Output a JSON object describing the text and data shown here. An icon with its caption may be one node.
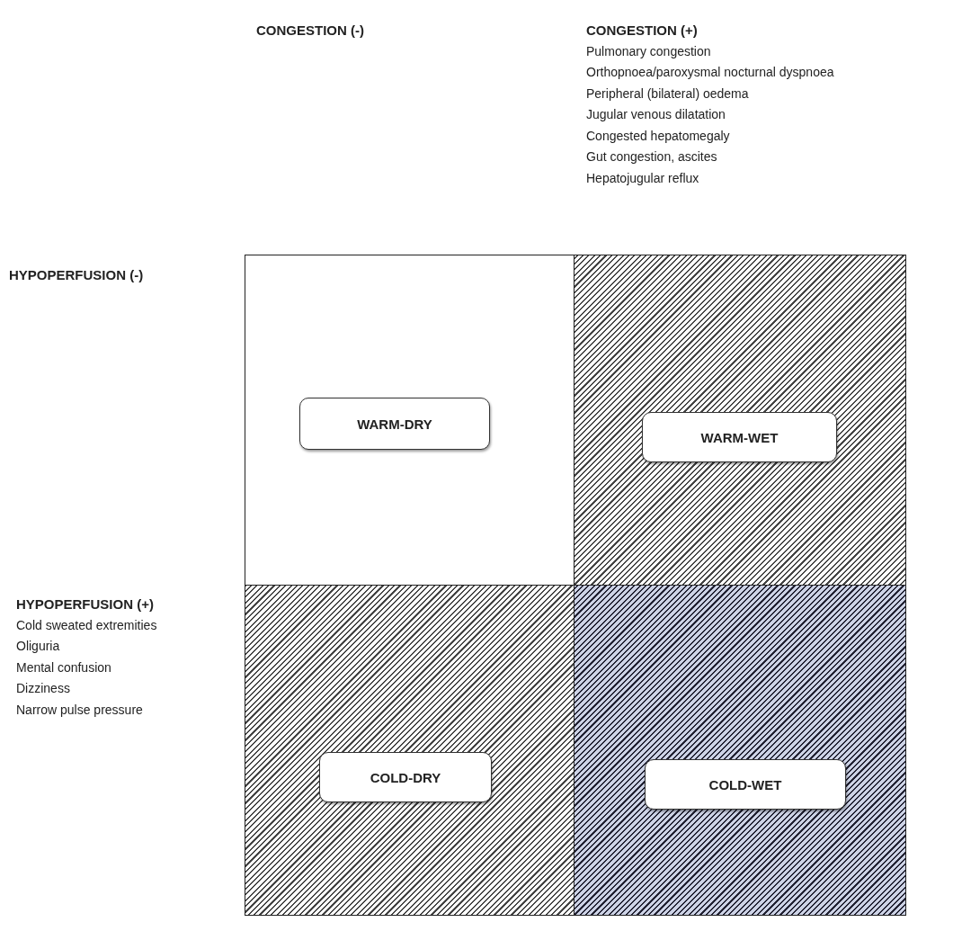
{
  "diagram": {
    "nodes": [
      {
        "text": [
          "WARM-DRY"
        ]
      },
      {
        "text": [
          "WARM-WET"
        ]
      },
      {
        "text": [
          "COLD-DRY"
        ]
      },
      {
        "text": [
          "COLD-WET"
        ]
      }
    ],
    "labels": [
      "CONGESTION (-)",
      "CONGESTION (+)",
      "Pulmonary congestion",
      "Orthopnoea/paroxysmal nocturnal dyspnoea",
      "Peripheral (bilateral) oedema",
      "Jugular venous dilatation",
      "Congested hepatomegaly",
      "Gut congestion, ascites",
      "Hepatojugular reflux",
      "HYPOPERFUSION (-)",
      "HYPOPERFUSION (+)",
      "Cold sweated extremities",
      "Oliguria",
      "Mental confusion",
      "Dizziness",
      "Narrow pulse pressure"
    ]
  }
}
